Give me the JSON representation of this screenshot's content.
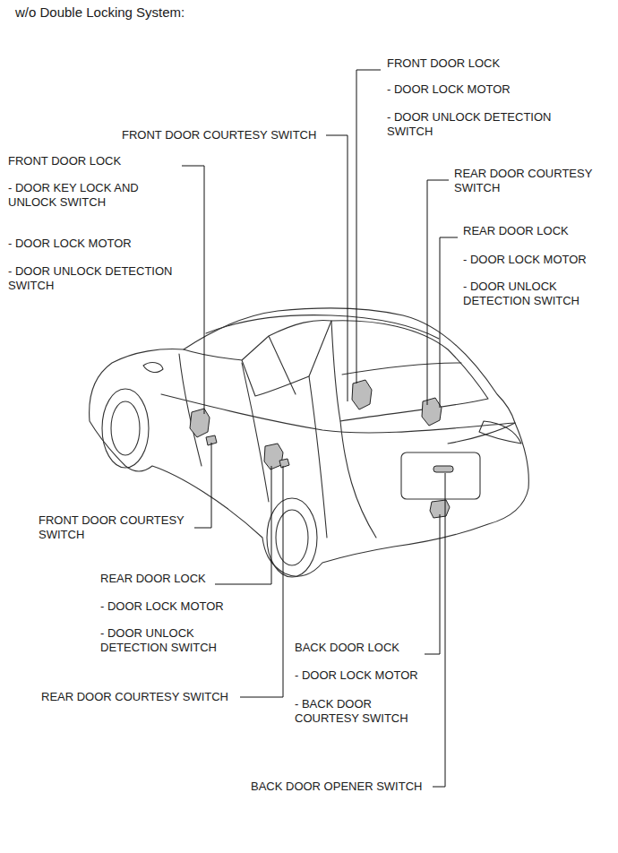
{
  "diagram": {
    "title": "w/o Double Locking System:",
    "labels": [
      "FRONT DOOR LOCK",
      "- DOOR LOCK MOTOR",
      "- DOOR UNLOCK DETECTION SWITCH",
      "FRONT DOOR COURTESY SWITCH",
      "FRONT DOOR LOCK",
      "- DOOR KEY LOCK AND UNLOCK SWITCH",
      "- DOOR LOCK MOTOR",
      "- DOOR UNLOCK DETECTION SWITCH",
      "REAR DOOR COURTESY SWITCH",
      "REAR DOOR LOCK",
      "- DOOR LOCK MOTOR",
      "- DOOR UNLOCK DETECTION SWITCH",
      "FRONT DOOR COURTESY SWITCH",
      "REAR DOOR LOCK",
      "- DOOR LOCK MOTOR",
      "- DOOR UNLOCK DETECTION SWITCH",
      "BACK DOOR LOCK",
      "- DOOR LOCK MOTOR",
      "- BACK DOOR COURTESY SWITCH",
      "REAR DOOR COURTESY SWITCH",
      "BACK DOOR OPENER SWITCH"
    ]
  }
}
